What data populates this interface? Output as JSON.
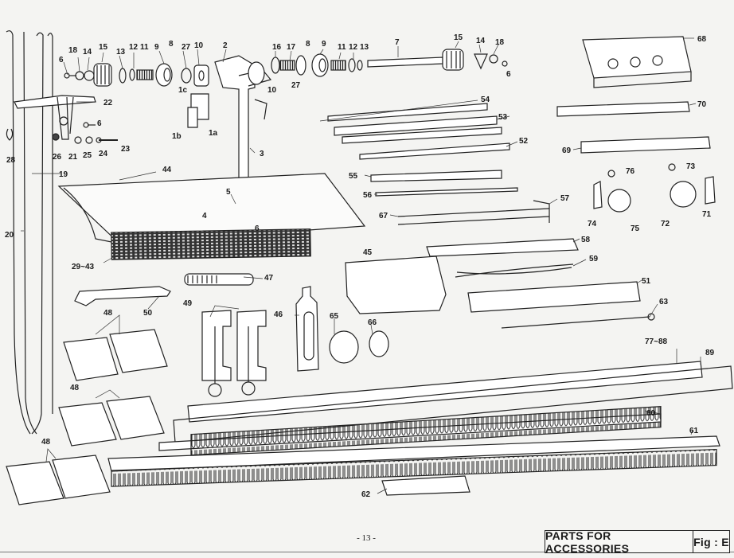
{
  "document": {
    "title": "PARTS FOR ACCESSORIES",
    "figure": "Fig : E",
    "page_number": "- 13 -"
  },
  "labels": {
    "p1a": "1a",
    "p1b": "1b",
    "p1c": "1c",
    "p2": "2",
    "p3": "3",
    "p4": "4",
    "p5": "5",
    "p6a": "6",
    "p6b": "6",
    "p6c": "6",
    "p6d": "6",
    "p7": "7",
    "p8a": "8",
    "p8b": "8",
    "p9a": "9",
    "p9b": "9",
    "p10a": "10",
    "p10b": "10",
    "p11a": "11",
    "p11b": "11",
    "p12a": "12",
    "p12b": "12",
    "p13a": "13",
    "p13b": "13",
    "p14a": "14",
    "p14b": "14",
    "p15a": "15",
    "p15b": "15",
    "p16": "16",
    "p17": "17",
    "p18a": "18",
    "p18b": "18",
    "p19": "19",
    "p20": "20",
    "p21": "21",
    "p22": "22",
    "p23": "23",
    "p24": "24",
    "p25": "25",
    "p26": "26",
    "p27a": "27",
    "p27b": "27",
    "p28": "28",
    "p29": "29~43",
    "p44": "44",
    "p45": "45",
    "p46": "46",
    "p47": "47",
    "p48a": "48",
    "p48b": "48",
    "p48c": "48",
    "p49": "49",
    "p50": "50",
    "p51": "51",
    "p52": "52",
    "p53": "53",
    "p54": "54",
    "p55": "55",
    "p56": "56",
    "p57": "57",
    "p58": "58",
    "p59": "59",
    "p60": "60",
    "p61": "61",
    "p62": "62",
    "p63": "63",
    "p65": "65",
    "p66": "66",
    "p67": "67",
    "p68": "68",
    "p69": "69",
    "p70": "70",
    "p71": "71",
    "p72": "72",
    "p73": "73",
    "p74": "74",
    "p75": "75",
    "p76": "76",
    "p77": "77~88",
    "p89": "89"
  }
}
